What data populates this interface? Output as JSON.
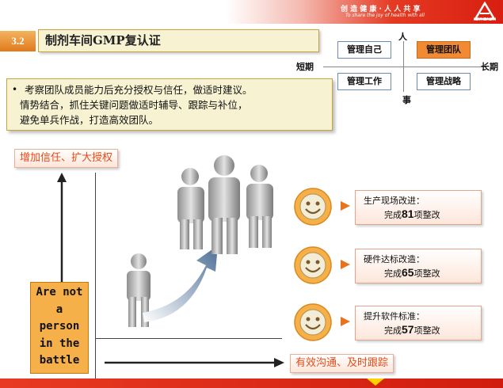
{
  "header": {
    "slogan": "创 造 健 康 · 人 人 共 享",
    "slogan_en": "To share the joy of health with all",
    "logo_text": "KEYHEALTH"
  },
  "section": {
    "number": "3.2",
    "title": "制剂车间GMP复认证"
  },
  "quadrant": {
    "top_label": "人",
    "bottom_label": "事",
    "left_label": "短期",
    "right_label": "长期",
    "boxes": [
      {
        "label": "管理自己",
        "highlighted": false
      },
      {
        "label": "管理团队",
        "highlighted": true
      },
      {
        "label": "管理工作",
        "highlighted": false
      },
      {
        "label": "管理战略",
        "highlighted": false
      }
    ]
  },
  "description": {
    "bullet": "•",
    "lines": [
      "考察团队成员能力后充分授权与信任，做适时建议。",
      "情势结合，抓住关键问题做适时辅导、跟踪与补位，",
      "避免单兵作战，打造高效团队。"
    ]
  },
  "diagram": {
    "vertical_label": "增加信任、扩大授权",
    "horizontal_label": "有效沟通、及时跟踪",
    "battle_lines": [
      "Are not",
      "a",
      "person",
      "in the",
      "battle"
    ]
  },
  "results": [
    {
      "title": "生产现场改进：",
      "prefix": "完成",
      "count": "81",
      "suffix": "项整改"
    },
    {
      "title": "硬件达标改造：",
      "prefix": "完成",
      "count": "65",
      "suffix": "项整改"
    },
    {
      "title": "提升软件标准：",
      "prefix": "完成",
      "count": "57",
      "suffix": "项整改"
    }
  ],
  "colors": {
    "accent_red": "#e43a22",
    "accent_orange": "#f18a34",
    "label_orange": "#e64b18",
    "box_yellow": "#f7f3d2"
  }
}
